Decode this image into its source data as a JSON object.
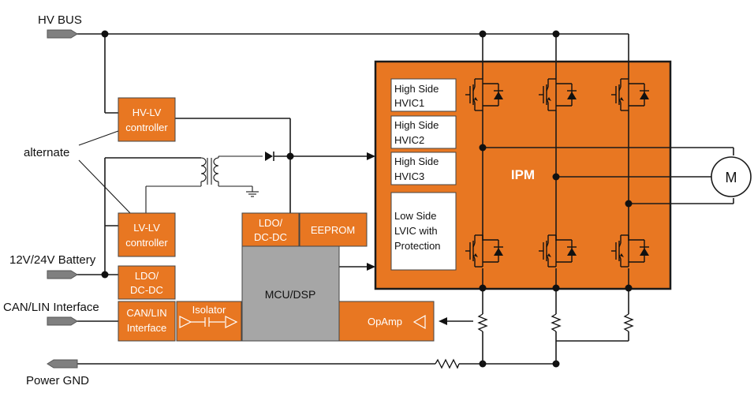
{
  "colors": {
    "block": "#e87722",
    "ipm_border": "#1a1a1a",
    "mcu": "#a6a6a6",
    "wire": "#1a1a1a",
    "white_box": "#ffffff"
  },
  "terminals": {
    "hv_bus": "HV BUS",
    "battery": "12V/24V Battery",
    "can_lin": "CAN/LIN Interface",
    "power_gnd": "Power GND"
  },
  "annotation": {
    "alternate": "alternate"
  },
  "blocks": {
    "hv_lv": [
      "HV-LV",
      "controller"
    ],
    "lv_lv": [
      "LV-LV",
      "controller"
    ],
    "ldo_top": [
      "LDO/",
      "DC-DC"
    ],
    "eeprom": "EEPROM",
    "ldo_bottom": [
      "LDO/",
      "DC-DC"
    ],
    "can_lin": [
      "CAN/LIN",
      "Interface"
    ],
    "isolator": "Isolator",
    "mcu": "MCU/DSP",
    "opamp": "OpAmp"
  },
  "ipm": {
    "title": "IPM",
    "hvic1": [
      "High Side",
      "HVIC1"
    ],
    "hvic2": [
      "High Side",
      "HVIC2"
    ],
    "hvic3": [
      "High Side",
      "HVIC3"
    ],
    "lvic": [
      "Low Side",
      "LVIC with",
      "Protection"
    ]
  },
  "motor": "M"
}
